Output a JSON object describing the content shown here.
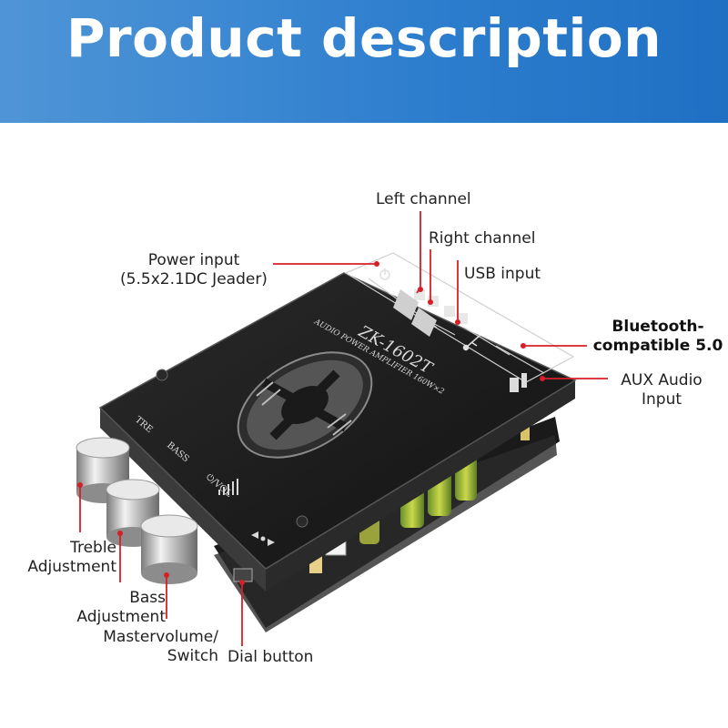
{
  "banner": {
    "title": "Product description"
  },
  "board": {
    "model": "ZK-1602T",
    "subtitle": "AUDIO POWER AMPLIFIER 160W×2",
    "knob_labels": {
      "treble": "TRE",
      "bass": "BASS",
      "volume": "⏻/VOL"
    }
  },
  "callouts": {
    "left_channel": "Left channel",
    "right_channel": "Right channel",
    "power_input_line1": "Power input",
    "power_input_line2": "(5.5x2.1DC Jeader)",
    "usb_input": "USB input",
    "bluetooth_line1": "Bluetooth-",
    "bluetooth_line2": "compatible 5.0",
    "aux_line1": "AUX Audio",
    "aux_line2": "Input",
    "treble_line1": "Treble",
    "treble_line2": "Adjustment",
    "bass_line1": "Bass",
    "bass_line2": "Adjustment",
    "master_line1": "Mastervolume/",
    "master_line2": "Switch",
    "dial_button": "Dial button"
  },
  "colors": {
    "banner": "#2f7fcf",
    "callout_line": "#d61f26",
    "board": "#1b1b1b"
  }
}
